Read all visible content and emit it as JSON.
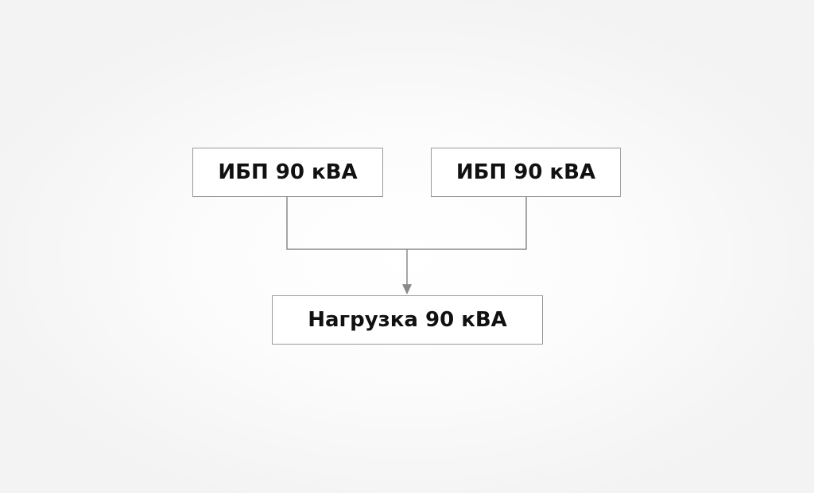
{
  "nodes": {
    "ups_left": {
      "label": "ИБП 90 кВА"
    },
    "ups_right": {
      "label": "ИБП 90 кВА"
    },
    "load": {
      "label": "Нагрузка 90 кВА"
    }
  },
  "colors": {
    "box_border": "#9a9a9a",
    "connector": "#8a8a8a",
    "text": "#111111"
  }
}
